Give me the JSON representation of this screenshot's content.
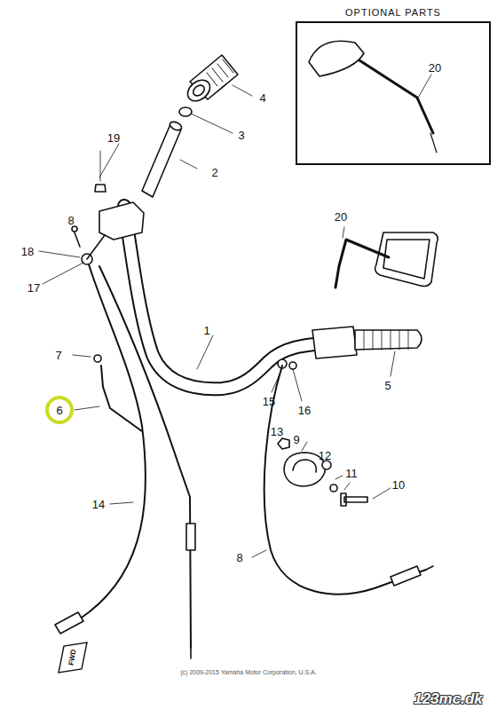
{
  "diagram": {
    "nodes": [
      {
        "text": [
          "OPTIONAL PARTS"
        ]
      }
    ],
    "labels": [
      "4",
      "3",
      "19",
      "2",
      "8",
      "18",
      "17",
      "7",
      "1",
      "6",
      "20",
      "5",
      "15",
      "16",
      "13",
      "9",
      "12",
      "11",
      "10",
      "14",
      "8",
      "20",
      "FWD",
      "(c) 2009-2015 Yamaha Motor Corporation, U.S.A.",
      "123mc.dk"
    ]
  }
}
